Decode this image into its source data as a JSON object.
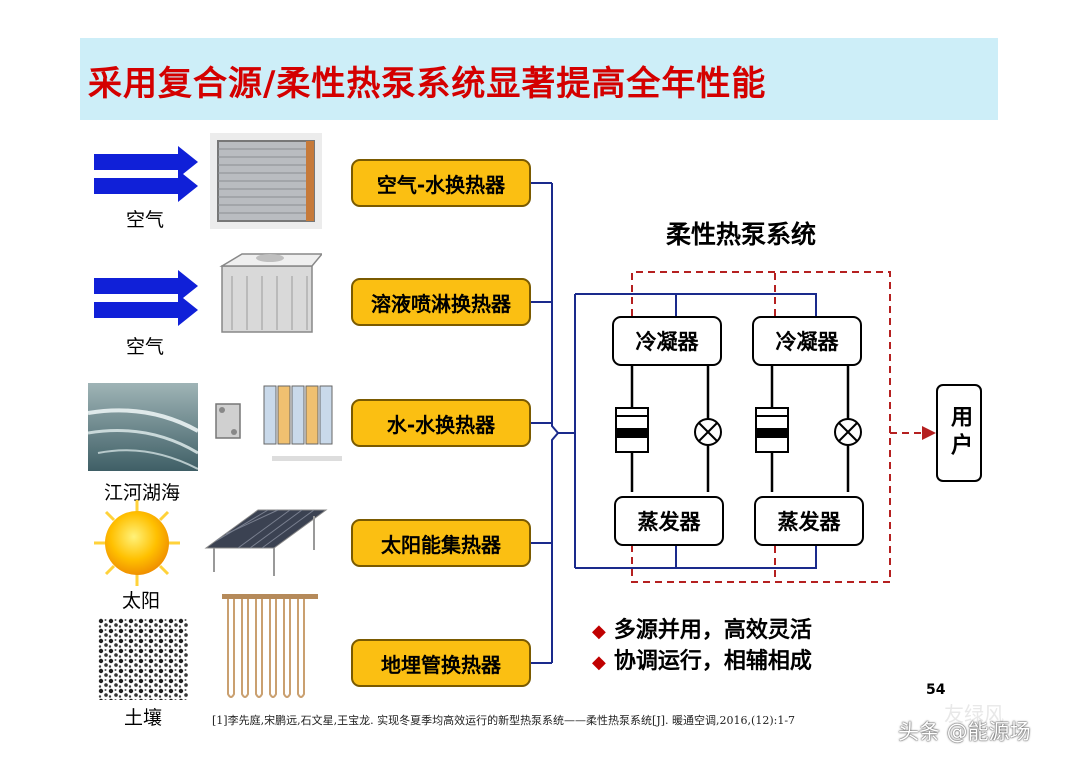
{
  "title": "采用复合源/柔性热泵系统显著提高全年性能",
  "sources": [
    {
      "label": "空气",
      "icon": "air-arrows-icon"
    },
    {
      "label": "空气",
      "icon": "air-arrows-icon"
    },
    {
      "label": "江河湖海",
      "icon": "water-photo-icon"
    },
    {
      "label": "太阳",
      "icon": "sun-icon"
    },
    {
      "label": "土壤",
      "icon": "soil-texture-icon"
    }
  ],
  "exchangers": [
    {
      "label": "空气-水换热器",
      "icon": "finned-coil-icon"
    },
    {
      "label": "溶液喷淋换热器",
      "icon": "spray-tower-icon"
    },
    {
      "label": "水-水换热器",
      "icon": "plate-exchanger-icon"
    },
    {
      "label": "太阳能集热器",
      "icon": "solar-collector-icon"
    },
    {
      "label": "地埋管换热器",
      "icon": "ground-loop-icon"
    }
  ],
  "system": {
    "title": "柔性热泵系统",
    "condenser_label": "冷凝器",
    "evaporator_label": "蒸发器",
    "user_label": "用户"
  },
  "bullets": [
    "多源并用，高效灵活",
    "协调运行，相辅相成"
  ],
  "citation": "[1]李先庭,宋鹏远,石文星,王宝龙. 实现冬夏季均高效运行的新型热泵系统——柔性热泵系统[J]. 暖通空调,2016,(12):1-7",
  "page_number": "54",
  "watermark_1": "友绿风",
  "watermark_2": "头条 @能源场",
  "colors": {
    "title": "#d40000",
    "exchanger_fill": "#fbbf12",
    "blue_pipe": "#1a2a8c",
    "red_dashed": "#b52020",
    "arrow_blue": "#1020d8"
  }
}
